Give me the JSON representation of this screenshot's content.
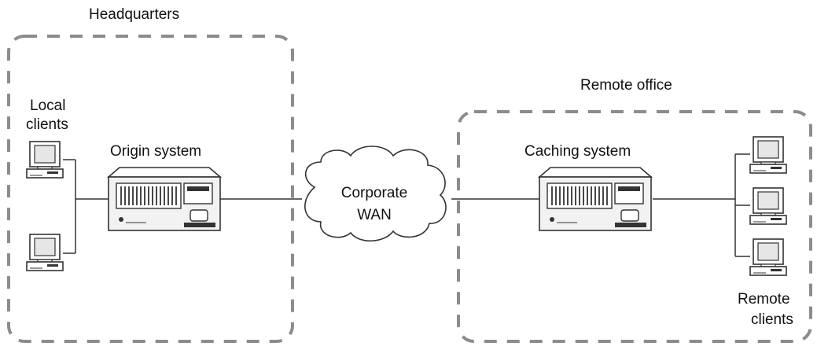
{
  "groups": {
    "headquarters": "Headquarters",
    "remote_office": "Remote office"
  },
  "nodes": {
    "local_clients_line1": "Local",
    "local_clients_line2": "clients",
    "origin_system": "Origin system",
    "caching_system": "Caching system",
    "remote_clients_line1": "Remote",
    "remote_clients_line2": "clients"
  },
  "network": {
    "wan_line1": "Corporate",
    "wan_line2": "WAN"
  },
  "colors": {
    "dash": "#8c8c8c",
    "line": "#333333",
    "monitor_screen": "#e6e6e6",
    "server_body": "#f2f2f2"
  }
}
